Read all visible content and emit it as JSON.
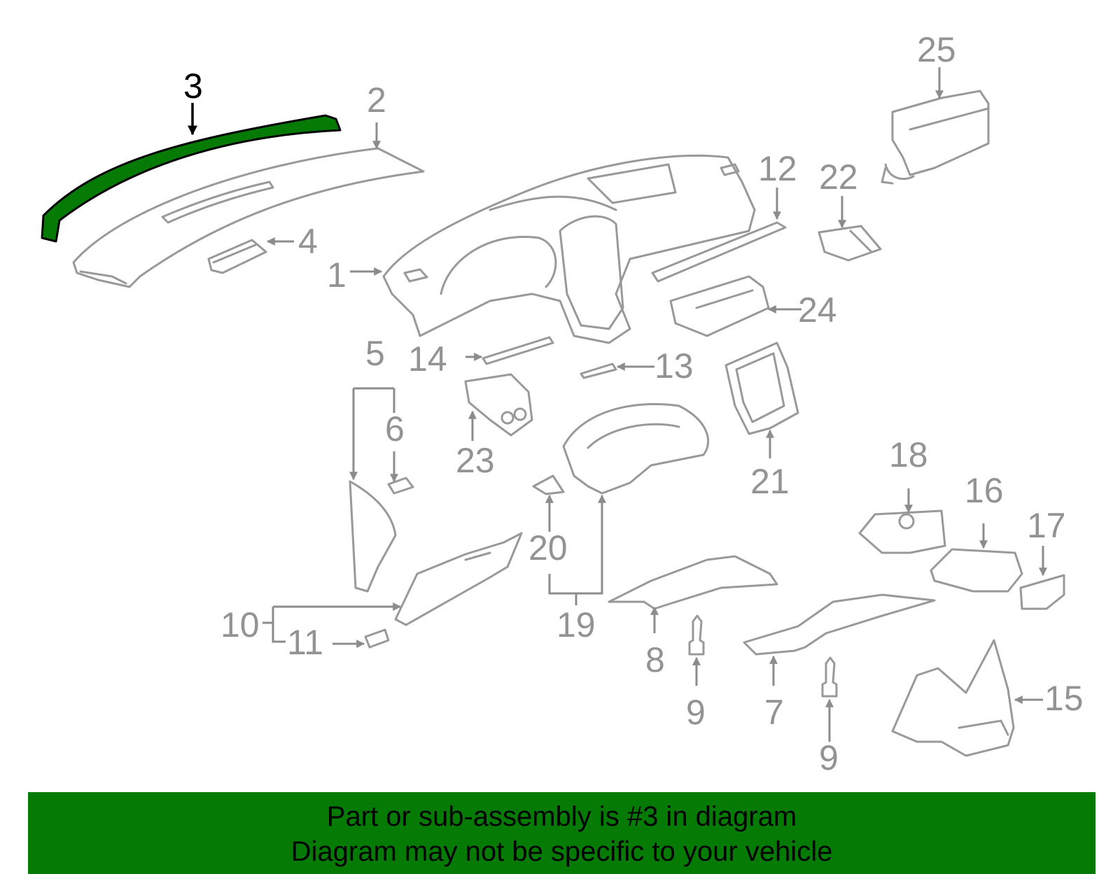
{
  "diagram": {
    "highlight_color": "#057a05",
    "highlighted_callout": "3",
    "callouts": [
      "1",
      "2",
      "3",
      "4",
      "5",
      "6",
      "7",
      "8",
      "9",
      "9",
      "10",
      "11",
      "12",
      "13",
      "14",
      "15",
      "16",
      "17",
      "18",
      "19",
      "20",
      "21",
      "22",
      "23",
      "24",
      "25"
    ]
  },
  "banner": {
    "background": "#057a05",
    "line1": "Part or sub-assembly is #3 in diagram",
    "line2": "Diagram may not be specific to your vehicle"
  }
}
